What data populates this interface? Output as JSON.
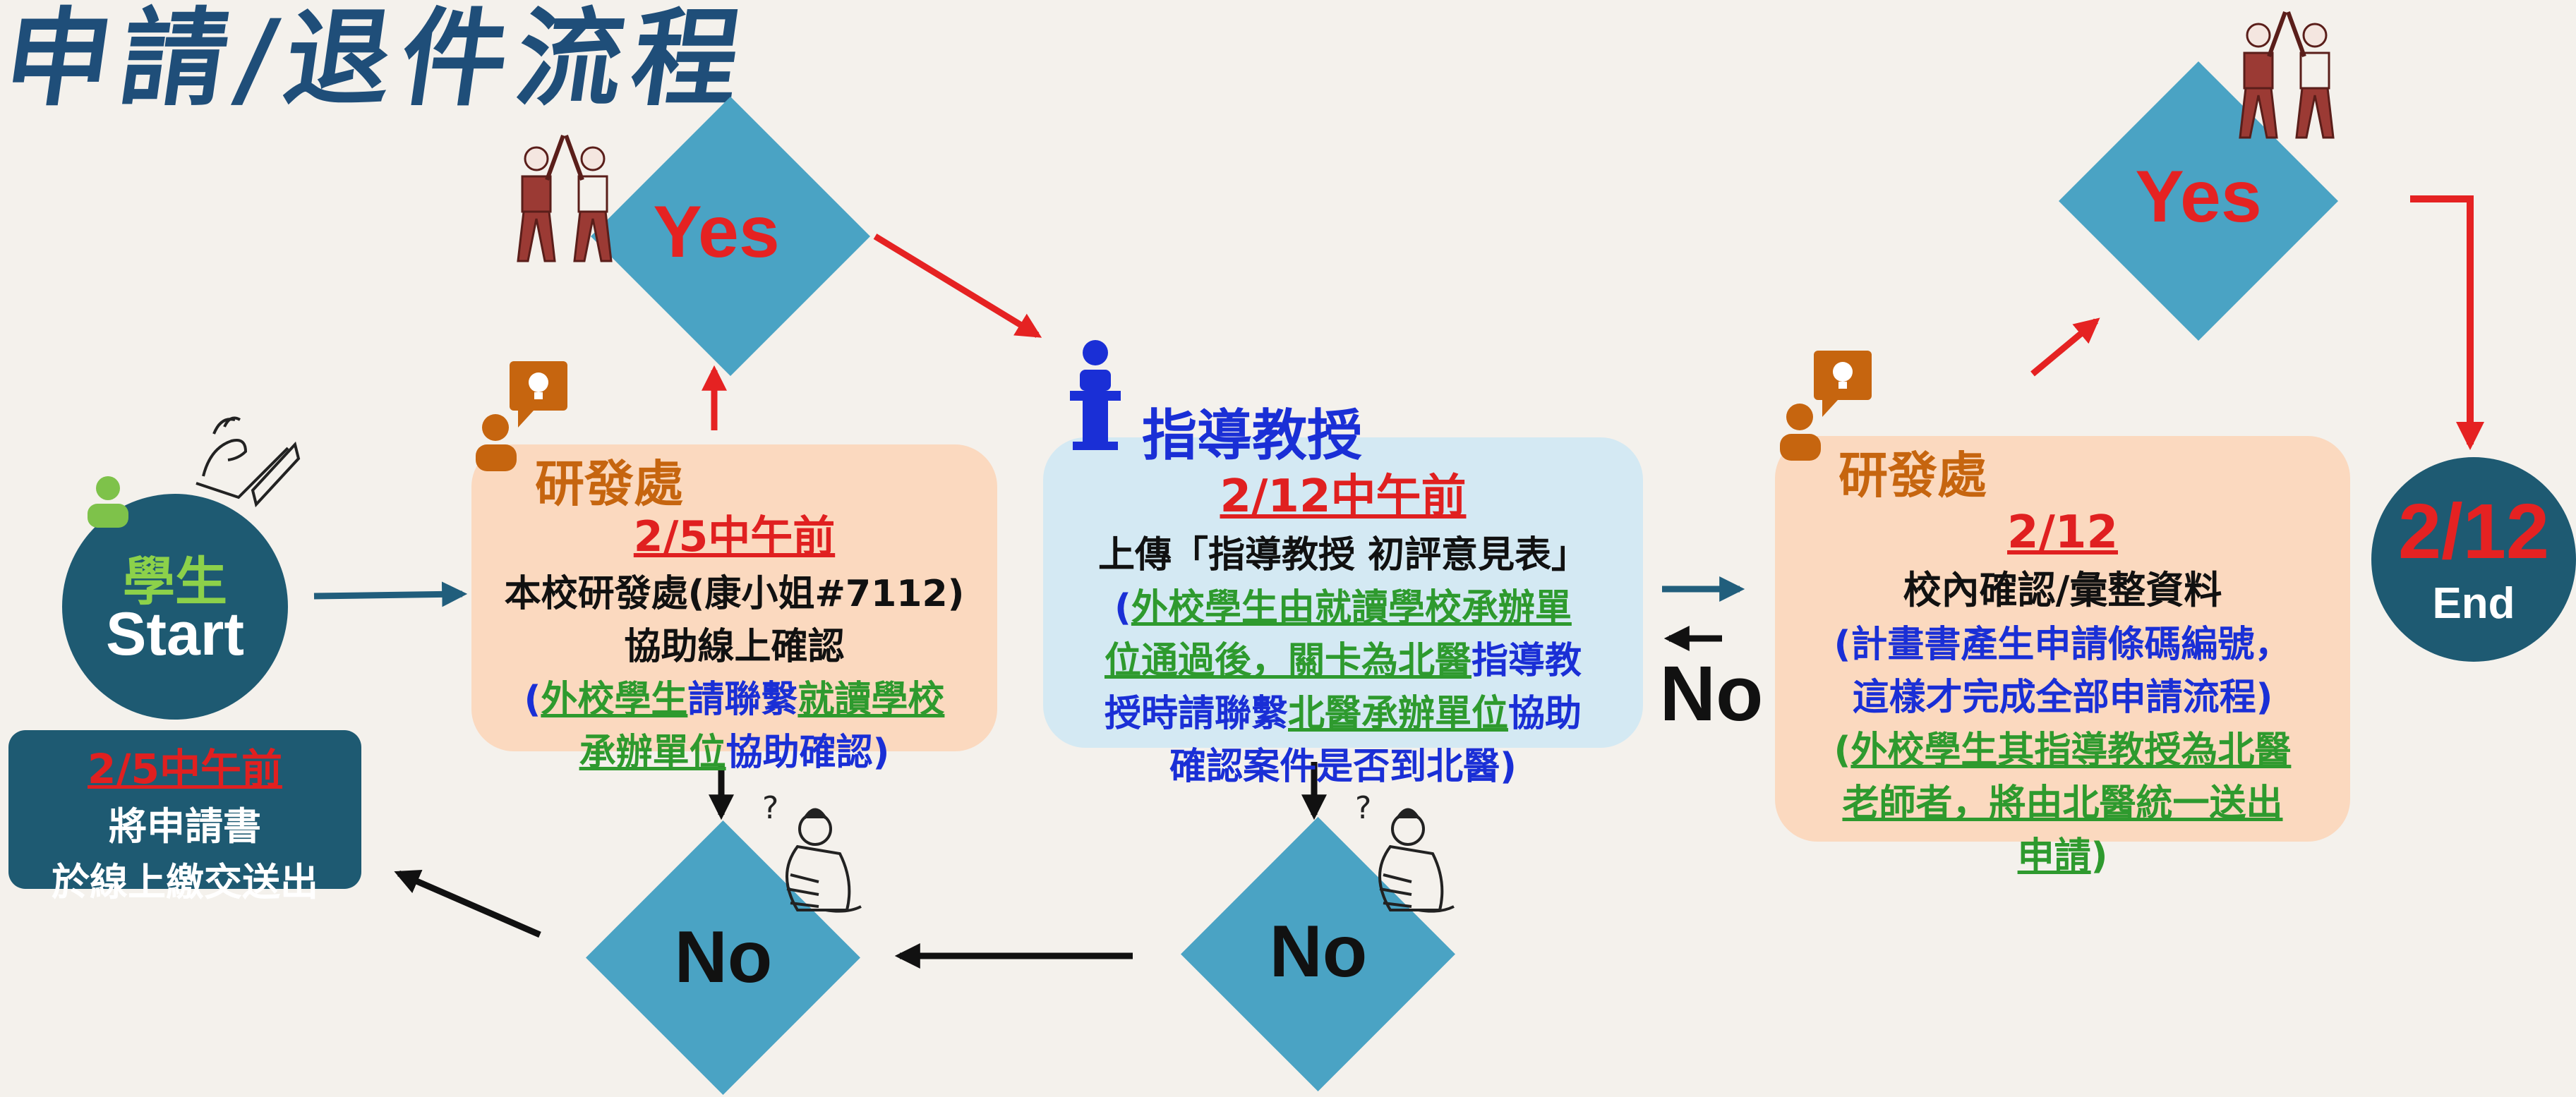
{
  "title": "申請/退件流程",
  "colors": {
    "diamond": "#4aa3c4",
    "arrow_red": "#e52222",
    "arrow_teal": "#215e7c",
    "student_circle": "#1e5a72",
    "peach_box": "#fbd9bf",
    "blue_box": "#d4e9f3",
    "heading_orange": "#c6650f"
  },
  "student": {
    "name": "學生",
    "label": "Start",
    "deadline": "2/5中午前",
    "note_line1": "將申請書",
    "note_line2": "於線上繳交送出"
  },
  "yes_left": "Yes",
  "yes_right": "Yes",
  "no_left": "No",
  "no_middle": "No",
  "no_arrow_label": "No",
  "rd1": {
    "heading": "研發處",
    "deadline": "2/5中午前",
    "line1": "本校研發處(康小姐#7112)",
    "line2": "協助線上確認",
    "note_paren_open": "(",
    "note_a": "外校學生",
    "note_b": "請聯繫",
    "note_c": "就讀學校",
    "note_d": "承辦單位",
    "note_e": "協助確認",
    "note_paren_close": ")"
  },
  "advisor": {
    "heading": "指導教授",
    "deadline": "2/12中午前",
    "line1": "上傳「指導教授 初評意見表」",
    "note_paren_open": "(",
    "note_l1": "外校學生由就讀學校承辦單",
    "note_l2a": "位通過後，關卡為北醫",
    "note_l2b": "指導教",
    "note_l3a": "授時",
    "note_l3b": "請聯繫",
    "note_l3c": "北醫承辦單位",
    "note_l3d": "協助",
    "note_l4": "確認案件是否到北醫",
    "note_paren_close": ")"
  },
  "rd2": {
    "heading": "研發處",
    "deadline": "2/12",
    "line1": "校內確認/彙整資料",
    "note1_l1": "(計畫書產生申請條碼編號，",
    "note1_l2": "這樣才完成全部申請流程)",
    "note2_paren_open": "(",
    "note2_l1": "外校學生其指導教授為北醫",
    "note2_l2": "老師者，將由北醫統一送出",
    "note2_l3": "申請",
    "note2_paren_close": ")"
  },
  "end": {
    "date": "2/12",
    "label": "End"
  }
}
